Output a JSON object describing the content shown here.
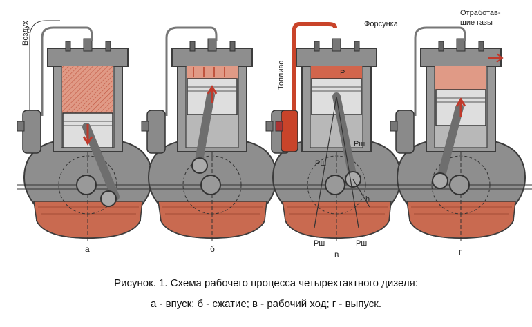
{
  "labels": {
    "air": "Воздух",
    "fuel": "Топливо",
    "injector": "Форсунка",
    "exhaust_line1": "Отработав-",
    "exhaust_line2": "шие газы",
    "pressure_top": "Р",
    "force_pw": "Рш",
    "force_h": "h"
  },
  "stages": [
    "а",
    "б",
    "в",
    "г"
  ],
  "caption": {
    "line1": "Рисунок. 1. Схема рабочего процесса четырехтактного дизеля:",
    "line2": "а - впуск; б - сжатие; в - рабочий ход; г - выпуск."
  },
  "colors": {
    "body": "#8e8e8e",
    "body_dark": "#555555",
    "charge": "#d9806a",
    "oil": "#c96a50",
    "fuel": "#c9442a",
    "piston": "#dedede"
  }
}
